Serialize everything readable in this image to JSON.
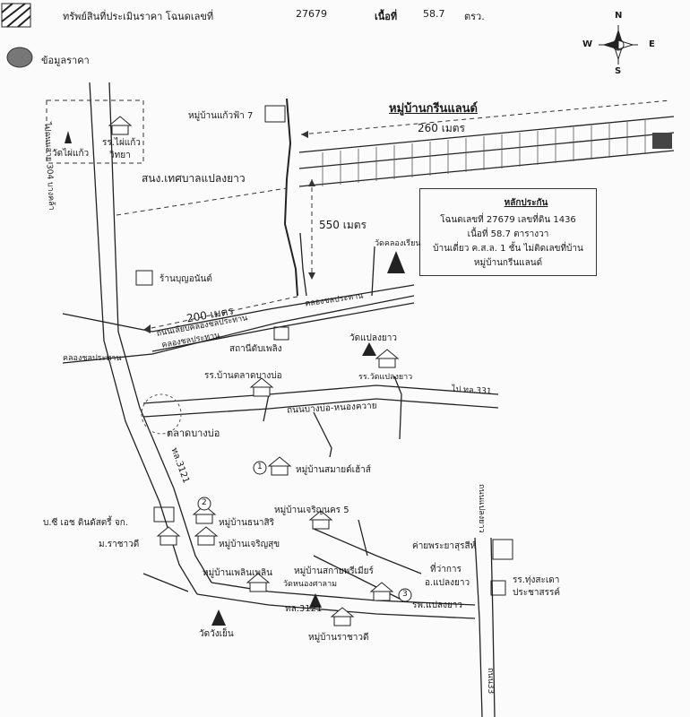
{
  "header": {
    "legend_title": "ทรัพย์สินที่ประเมินราคา โฉนดเลขที่",
    "deed_no": "27679",
    "area_label": "เนื้อที่",
    "area_value": "58.7",
    "area_unit": "ตรว.",
    "price_legend": "ข้อมูลราคา"
  },
  "compass": {
    "n": "N",
    "s": "S",
    "e": "E",
    "w": "W"
  },
  "info_box": {
    "title": "หลักประกัน",
    "line1": "โฉนดเลขที่ 27679 เลขที่ดิน 1436",
    "line2": "เนื้อที่ 58.7 ตารางวา",
    "line3": "บ้านเดี่ยว ค.ส.ล. 1 ชั้น ไม่ติดเลขที่บ้าน",
    "line4": "หมู่บ้านกรีนแลนด์"
  },
  "distances": {
    "d260": "260 เมตร",
    "d550": "550 เมตร",
    "d200": "200 เมตร"
  },
  "labels": {
    "green_land": "หมู่บ้านกรีนแลนด์",
    "kaew_fa": "หมู่บ้านแก้วฟ้า 7",
    "wat_phai_kaew": "วัดไผ่แก้ว",
    "school_phai_kaew_1": "รร.ไผ่แก้ว",
    "school_phai_kaew_2": "วิทยา",
    "municipality": "สนง.เทศบาลแปลงยาว",
    "wat_khlong_rian": "วัดคลองเรียน",
    "bunyanan": "ร้านบุญอนันต์",
    "canal1": "คลองชลประทาน",
    "canal2": "คลองชลประทาน",
    "canal3": "คลองชลประทาน",
    "canal_road": "ถนนเลียบคลองชลประทาน",
    "fire_station": "สถานีดับเพลิง",
    "wat_plaeng_yao": "วัดแปลงยาว",
    "school_wat_plaeng_yao": "รร.วัดแปลงยาว",
    "school_talat_bang_bo": "รร.บ้านตลาดบางบ่อ",
    "road_bangbo": "ถนนบางบ่อ-หนองควาย",
    "to_highway": "ไป ทล.331",
    "talat_bang_bo": "ตลาดบางบ่อ",
    "highway_3121_a": "ทล.3121",
    "highway_3121_b": "ทล.3121",
    "highway_304": "ไปถนนสาย 304 บางคล้า",
    "samai_sap": "หมู่บ้านสมายด์เฮ้าส์",
    "num1": "1",
    "num2": "2",
    "num3": "3",
    "company": "บ.ซี เอช ดินดัสตรี้ จก.",
    "m_rajawadi": "ม.ราชาวดี",
    "thana_siri": "หมู่บ้านธนาสิริ",
    "charoen_nakhon": "หมู่บ้านเจริญนคร 5",
    "charoen_suk": "หมู่บ้านเจริญสุข",
    "phloen_phloen": "หมู่บ้านเพลินเพลิน",
    "sakae_premier": "หมู่บ้านสกายพรีเมียร์",
    "wat_nong_sala": "วัดหนองศาลาม",
    "district_office_1": "ค่ายพระยาสุรสีห์",
    "district_office_2": "ที่ว่าการ",
    "district_office_3": "อ.แปลงยาว",
    "hospital": "รพ.แปลงยาว",
    "school_thung_sadao_1": "รร.ทุ่งสะเดา",
    "school_thung_sadao_2": "ประชาสรรค์",
    "wat_wang_yen": "วัดวังเย็น",
    "rajawadi_village": "หมู่บ้านราชาวดี",
    "road_plaeng_yao": "ถนนแปลงยาว",
    "road_east": "ถนน33"
  }
}
